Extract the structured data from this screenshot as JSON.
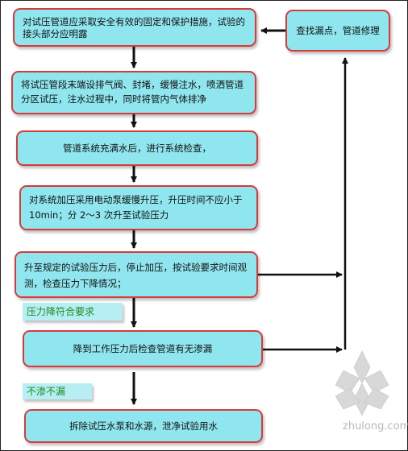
{
  "nodes": {
    "step1": "对试压管道应采取安全有效的固定和保护措施，试验的接头部分应明露",
    "repair": "查找漏点，管道修理",
    "step2": "将试压管段末端设排气阀、封堵，缓慢注水，喷洒管道分区试压，注水过程中，同时将管内气体排净",
    "step3": "管道系统充满水后，进行系统检查，",
    "step4": "对系统加压采用电动泵缓慢升压，升压时间不应小于10min；分 2～3 次升至试验压力",
    "step5": "升至规定的试验压力后，停止加压，按试验要求时间观测，检查压力下降情况；",
    "step6": "降到工作压力后检查管道有无渗漏",
    "step7": "拆除试压水泵和水源，泄净试验用水"
  },
  "conditions": {
    "pressure_ok": "压力降符合要求",
    "no_leak": "不渗不漏"
  },
  "watermark": "zhulong.com",
  "colors": {
    "box_fill": "#8fe6ee",
    "box_border": "#d83a3a",
    "condition_text": "#1f8a1f",
    "arrow": "#111111"
  }
}
